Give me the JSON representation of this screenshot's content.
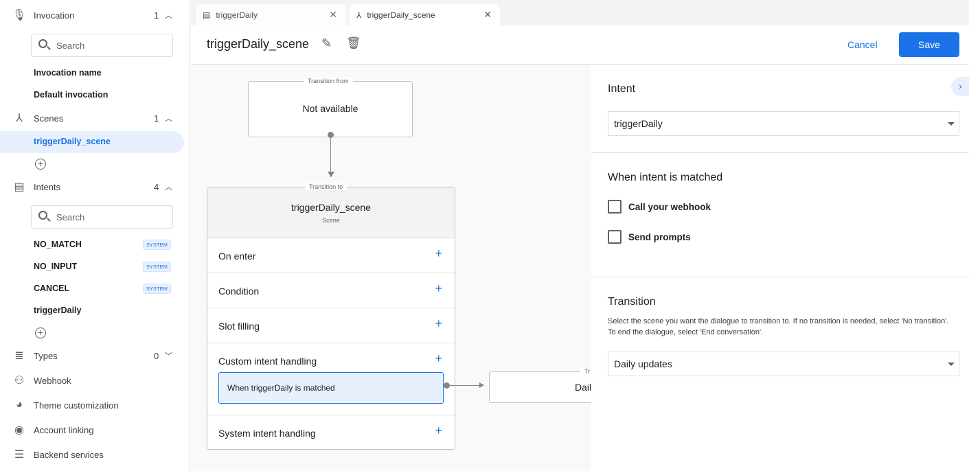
{
  "sidebar": {
    "invocation": {
      "label": "Invocation",
      "count": "1",
      "search_placeholder": "Search",
      "items": [
        "Invocation name",
        "Default invocation"
      ]
    },
    "scenes": {
      "label": "Scenes",
      "count": "1",
      "items": [
        "triggerDaily_scene"
      ]
    },
    "intents": {
      "label": "Intents",
      "count": "4",
      "search_placeholder": "Search",
      "items": [
        {
          "label": "NO_MATCH",
          "badge": "SYSTEM"
        },
        {
          "label": "NO_INPUT",
          "badge": "SYSTEM"
        },
        {
          "label": "CANCEL",
          "badge": "SYSTEM"
        },
        {
          "label": "triggerDaily"
        }
      ]
    },
    "types": {
      "label": "Types",
      "count": "0"
    },
    "webhook": "Webhook",
    "theme": "Theme customization",
    "account": "Account linking",
    "backend": "Backend services"
  },
  "tabs": [
    {
      "label": "triggerDaily"
    },
    {
      "label": "triggerDaily_scene"
    }
  ],
  "header": {
    "title": "triggerDaily_scene",
    "cancel": "Cancel",
    "save": "Save"
  },
  "canvas": {
    "from_legend": "Transition from",
    "from_value": "Not available",
    "to_legend": "Transition to",
    "scene_name": "triggerDaily_scene",
    "scene_sub": "Scene",
    "rows": [
      "On enter",
      "Condition",
      "Slot filling",
      "Custom intent handling",
      "System intent handling"
    ],
    "handler": "When triggerDaily is matched",
    "target_legend": "Tr",
    "target_value": "Dail"
  },
  "panel": {
    "intent_heading": "Intent",
    "intent_value": "triggerDaily",
    "matched_heading": "When intent is matched",
    "webhook": "Call your webhook",
    "prompts": "Send prompts",
    "transition_heading": "Transition",
    "transition_desc": "Select the scene you want the dialogue to transition to. If no transition is needed, select 'No transition'. To end the dialogue, select 'End conversation'.",
    "transition_value": "Daily updates"
  },
  "colors": {
    "accent": "#1a73e8",
    "selected_bg": "#e8f0fe"
  }
}
